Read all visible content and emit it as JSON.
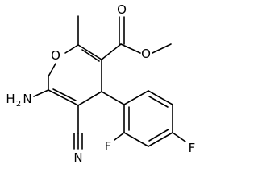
{
  "molecule": {
    "atoms": {
      "ring_oxygen": "O",
      "ester_carbonyl_oxygen": "O",
      "ester_ether_oxygen": "O",
      "amino_group": "H",
      "amino_subscript": "2",
      "amino_nitrogen": "N",
      "nitrile_nitrogen": "N",
      "fluorine_ortho": "F",
      "fluorine_para": "F"
    }
  },
  "colors": {
    "bond": "#000000",
    "label": "#000000",
    "background": "#ffffff"
  }
}
